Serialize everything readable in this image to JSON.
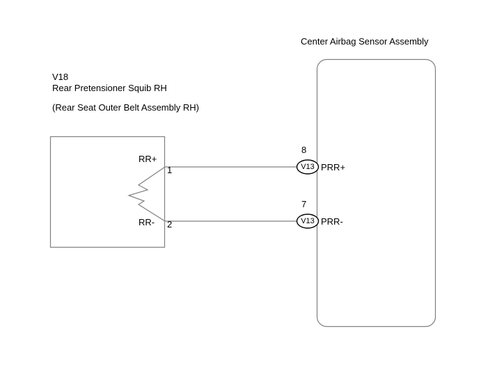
{
  "diagram": {
    "title": "Center Airbag Sensor Assembly",
    "left_component": {
      "code": "V18",
      "name": "Rear Pretensioner Squib RH",
      "alt_name": "(Rear Seat Outer Belt Assembly RH)"
    },
    "squib_pins": {
      "positive": {
        "label": "RR+",
        "number": "1"
      },
      "negative": {
        "label": "RR-",
        "number": "2"
      }
    },
    "sensor_pins": {
      "positive": {
        "number": "8",
        "connector": "V13",
        "label": "PRR+"
      },
      "negative": {
        "number": "7",
        "connector": "V13",
        "label": "PRR-"
      }
    },
    "colors": {
      "line": "#808080",
      "connector_stroke": "#000000",
      "text": "#000000"
    }
  }
}
